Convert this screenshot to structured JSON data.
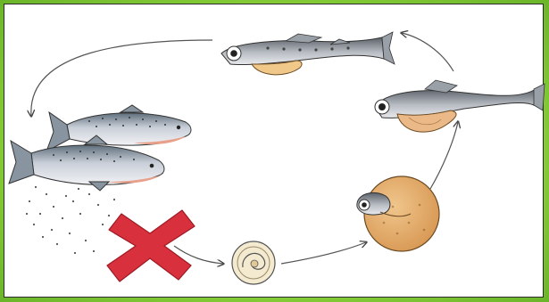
{
  "diagram": {
    "title": "",
    "stages": [
      {
        "id": "adult-fish-pair",
        "label": ""
      },
      {
        "id": "fertilized-egg",
        "label": ""
      },
      {
        "id": "hatching-alevin",
        "label": ""
      },
      {
        "id": "alevin-with-yolk-sac",
        "label": ""
      },
      {
        "id": "fry",
        "label": ""
      }
    ],
    "blocked_step": {
      "icon": "red-x-icon",
      "between": [
        "adult-fish-pair",
        "fertilized-egg"
      ]
    },
    "colors": {
      "background_green": "#8fd43c",
      "panel": "#ffffff",
      "cross": "#d8313d",
      "egg_yolk": "#e3a968",
      "fish_body": "#c7ccd6",
      "fish_back": "#6d7b88",
      "salmon_belly": "#e8a08a"
    }
  }
}
